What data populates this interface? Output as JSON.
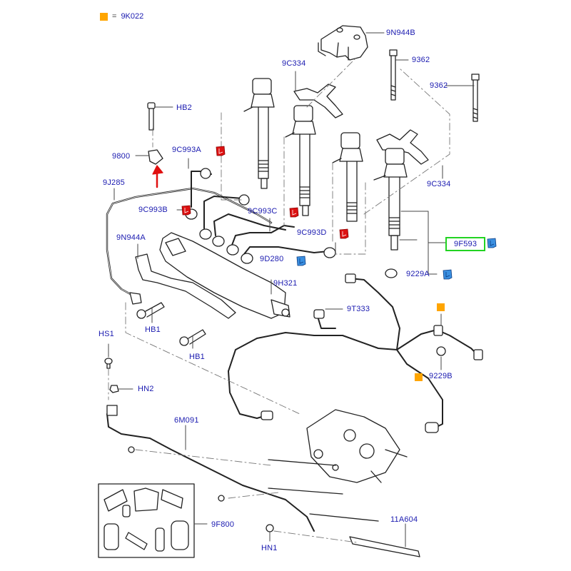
{
  "legend": {
    "marker_color": "#ffa500",
    "equals": "=",
    "part": "9K022"
  },
  "colors": {
    "label": "#1a1ab0",
    "line": "#222222",
    "leader": "#555555",
    "red_marker": "#dd1111",
    "blue_marker": "#3a8fe0",
    "orange_marker": "#ffa500",
    "highlight_border": "#22d322"
  },
  "labels": {
    "9N944B": "9N944B",
    "9362_a": "9362",
    "9362_b": "9362",
    "9C334_a": "9C334",
    "9C334_b": "9C334",
    "HB2": "HB2",
    "9800": "9800",
    "9C993A": "9C993A",
    "9J285": "9J285",
    "9C993B": "9C993B",
    "9C993C": "9C993C",
    "9C993D": "9C993D",
    "9N944A": "9N944A",
    "9D280": "9D280",
    "9F593": "9F593",
    "9229A": "9229A",
    "9H321": "9H321",
    "9T333": "9T333",
    "HB1_a": "HB1",
    "HB1_b": "HB1",
    "HS1": "HS1",
    "HN2": "HN2",
    "9229B": "9229B",
    "6M091": "6M091",
    "9F800": "9F800",
    "HN1": "HN1",
    "11A604": "11A604"
  },
  "highlighted_part": "9F593",
  "markers": {
    "red": [
      "9C993A",
      "9C993B",
      "9C993C",
      "9C993D"
    ],
    "blue": [
      "9D280",
      "9F593",
      "9229A"
    ],
    "orange": [
      "9229B-top",
      "9229B"
    ]
  }
}
